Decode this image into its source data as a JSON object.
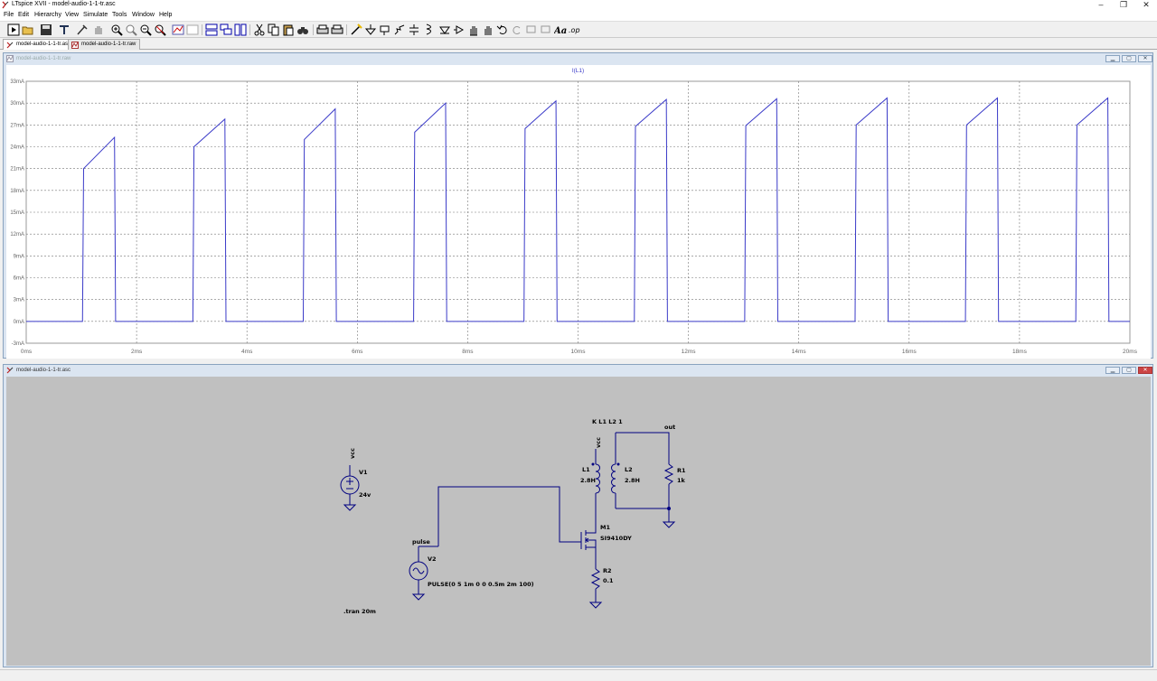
{
  "window": {
    "title": "LTspice XVII - model-audio-1-1-tr.asc"
  },
  "menu": [
    "File",
    "Edit",
    "Hierarchy",
    "View",
    "Simulate",
    "Tools",
    "Window",
    "Help"
  ],
  "toolbar_icons": [
    "run-icon",
    "open-icon",
    "save-icon",
    "control-panel-icon",
    "halt-icon",
    "hand-icon",
    "zoom-in-icon",
    "zoom-pan-icon",
    "zoom-out-icon",
    "zoom-fit-icon",
    "autorange-icon",
    "cancel-zoom-icon",
    "tile-horizontal-icon",
    "cascade-icon",
    "tile-vertical-icon",
    "cut-icon",
    "copy-icon",
    "paste-icon",
    "find-icon",
    "print-icon",
    "print-preview-icon",
    "wire-icon",
    "ground-icon",
    "label-icon",
    "resistor-icon",
    "capacitor-icon",
    "inductor-icon",
    "diode-icon",
    "component-icon",
    "move-icon",
    "drag-icon",
    "undo-icon",
    "redo-icon",
    "rotate-icon",
    "mirror-icon",
    "text-icon",
    "spice-directive-icon"
  ],
  "tabs": [
    {
      "label": "model-audio-1-1-tr.asc",
      "active": true
    },
    {
      "label": "model-audio-1-1-tr.raw",
      "active": false
    }
  ],
  "plot_window": {
    "title": "model-audio-1-1-tr.raw",
    "trace_name": "I(L1)",
    "trace_color": "#3a3ac8"
  },
  "schematic_window": {
    "title": "model-audio-1-1-tr.asc"
  },
  "chart_data": {
    "type": "line",
    "title": "I(L1)",
    "xlabel": "",
    "ylabel": "",
    "x_ticks": [
      "0ms",
      "2ms",
      "4ms",
      "6ms",
      "8ms",
      "10ms",
      "12ms",
      "14ms",
      "16ms",
      "18ms",
      "20ms"
    ],
    "y_ticks": [
      "-3mA",
      "0mA",
      "3mA",
      "6mA",
      "9mA",
      "12mA",
      "15mA",
      "18mA",
      "21mA",
      "24mA",
      "27mA",
      "30mA",
      "33mA"
    ],
    "xlim": [
      0,
      20
    ],
    "ylim": [
      -3,
      33
    ],
    "x_unit": "ms",
    "y_unit": "mA",
    "grid": true,
    "series": [
      {
        "name": "I(L1)",
        "color": "#3a3ac8",
        "pulses": [
          {
            "t_on": 1.02,
            "t_off": 1.6,
            "i_start": 21.0,
            "i_peak": 25.3
          },
          {
            "t_on": 3.02,
            "t_off": 3.6,
            "i_start": 24.0,
            "i_peak": 27.8
          },
          {
            "t_on": 5.02,
            "t_off": 5.6,
            "i_start": 25.0,
            "i_peak": 29.2
          },
          {
            "t_on": 7.02,
            "t_off": 7.6,
            "i_start": 26.0,
            "i_peak": 30.0
          },
          {
            "t_on": 9.02,
            "t_off": 9.6,
            "i_start": 26.5,
            "i_peak": 30.3
          },
          {
            "t_on": 11.02,
            "t_off": 11.6,
            "i_start": 26.8,
            "i_peak": 30.5
          },
          {
            "t_on": 13.02,
            "t_off": 13.6,
            "i_start": 26.9,
            "i_peak": 30.6
          },
          {
            "t_on": 15.02,
            "t_off": 15.6,
            "i_start": 27.0,
            "i_peak": 30.7
          },
          {
            "t_on": 17.02,
            "t_off": 17.6,
            "i_start": 27.0,
            "i_peak": 30.7
          },
          {
            "t_on": 19.02,
            "t_off": 19.6,
            "i_start": 27.0,
            "i_peak": 30.7
          }
        ]
      }
    ]
  },
  "schematic": {
    "vcc_label_v1": "vcc",
    "v1_name": "V1",
    "v1_value": "24v",
    "vcc_label_l1": "vcc",
    "coupling": "K L1 L2 1",
    "out_label": "out",
    "l1_name": "L1",
    "l1_value": "2.8H",
    "l2_name": "L2",
    "l2_value": "2.8H",
    "r1_name": "R1",
    "r1_value": "1k",
    "m1_name": "M1",
    "m1_value": "SI9410DY",
    "r2_name": "R2",
    "r2_value": "0.1",
    "pulse_label": "pulse",
    "v2_name": "V2",
    "v2_value": "PULSE(0 5 1m 0 0 0.5m 2m 100)",
    "tran": ".tran 20m"
  }
}
